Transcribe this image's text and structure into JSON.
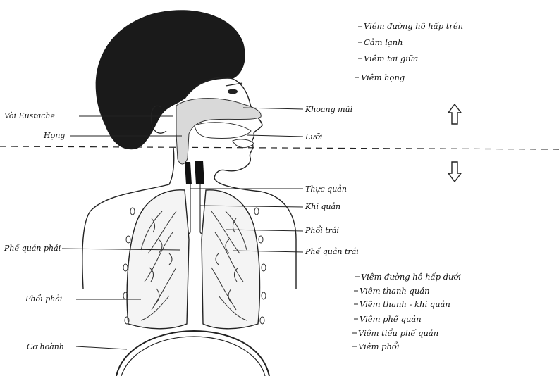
{
  "upper_tract": {
    "items": [
      "Viêm đường hô hấp trên",
      "Cảm lạnh",
      "Viêm tai giữa",
      "Viêm họng"
    ]
  },
  "lower_tract": {
    "items": [
      "Viêm đường hô hấp dưới",
      "Viêm thanh quản",
      "Viêm thanh - khí quản",
      "Viêm phế quản",
      "Viêm tiểu phế quản",
      "Viêm phổi"
    ]
  },
  "labels": {
    "voi_eustache": "Vòi Eustache",
    "hong": "Họng",
    "khoang_mui": "Khoang mũi",
    "luoi": "Lưỡi",
    "thuc_quan": "Thực quản",
    "khi_quan": "Khí quản",
    "phoi_trai": "Phổi trái",
    "phe_quan_trai": "Phế quản trái",
    "phe_quan_phai": "Phế quản phải",
    "phoi_phai": "Phổi phải",
    "co_hoanh": "Cơ hoành"
  },
  "arrows": {
    "up": "up-arrow-icon",
    "down": "down-arrow-icon"
  }
}
